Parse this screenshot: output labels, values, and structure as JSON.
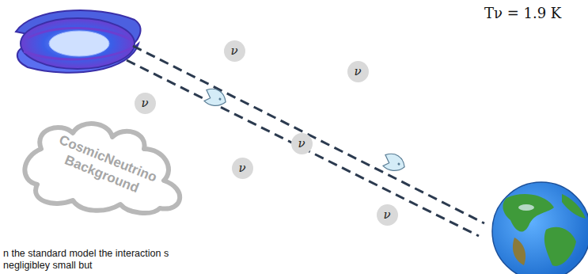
{
  "diagram": {
    "nodes": [
      {
        "text": [
          "ν"
        ]
      },
      {
        "text": [
          "ν"
        ]
      },
      {
        "text": [
          "ν"
        ]
      },
      {
        "text": [
          "CosmicNeutrino Background"
        ]
      },
      {
        "text": [
          "ν"
        ]
      },
      {
        "text": [
          "ν"
        ]
      },
      {
        "text": [
          "ν"
        ]
      }
    ],
    "labels": [
      "Tν = 1.9 K",
      "n the standard model the interaction s negligibley small but"
    ]
  }
}
